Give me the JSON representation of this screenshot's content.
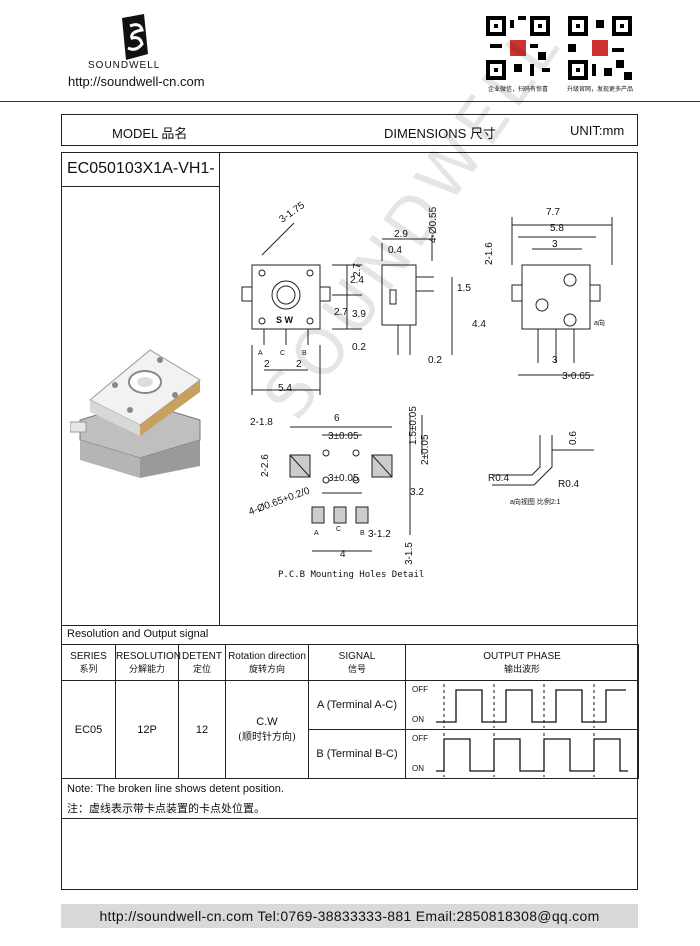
{
  "header": {
    "brand": "SOUNDWELL",
    "url": "http://soundwell-cn.com",
    "qr_left_caption": "企业微信，扫码有惊喜",
    "qr_right_caption": "升级官网，发现更多产品"
  },
  "title_row": {
    "model_label": "MODEL 品名",
    "dimensions_label": "DIMENSIONS 尺寸",
    "unit_label": "UNIT:mm"
  },
  "model_code": "EC050103X1A-VH1-",
  "drawing": {
    "dims": [
      "3-1.75",
      "2.4",
      "2.7",
      "2.7",
      "3.9",
      "0.2",
      "2",
      "2",
      "5.4",
      "2.9",
      "0.4",
      "4-Ø0.55",
      "1.5",
      "4.4",
      "0.2",
      "7.7",
      "5.8",
      "3",
      "2-1.6",
      "3",
      "3-0.65",
      "2-1.8",
      "6",
      "3±0.05",
      "1.5±0.05",
      "2±0.05",
      "2-2.6",
      "3±0.05",
      "3.2",
      "4-Ø0.65+0.2/0",
      "3-1.2",
      "4",
      "3-1.5",
      "0.6",
      "R0.4",
      "R0.4"
    ],
    "abc": [
      "A",
      "C",
      "B"
    ],
    "sw_mark": "S W",
    "pcb_caption": "P.C.B  Mounting Holes Detail",
    "view_caption": "a向视图 比例2:1",
    "a_label": "a向",
    "watermark": "SOUNDWELL"
  },
  "signal": {
    "section_title": "Resolution and Output signal",
    "headers": [
      {
        "en": "SERIES",
        "cn": "系列"
      },
      {
        "en": "RESOLUTION",
        "cn": "分解能力"
      },
      {
        "en": "DETENT",
        "cn": "定位"
      },
      {
        "en": "Rotation direction",
        "cn": "旋转方向"
      },
      {
        "en": "SIGNAL",
        "cn": "信号"
      },
      {
        "en": "OUTPUT PHASE",
        "cn": "输出波形"
      }
    ],
    "series": "EC05",
    "resolution": "12P",
    "detent": "12",
    "rotation_en": "C.W",
    "rotation_cn": "(顺时针方向)",
    "signal_a": "A (Terminal A-C)",
    "signal_b": "B (Terminal B-C)",
    "off": "OFF",
    "on": "ON"
  },
  "note": {
    "en": "Note: The broken line shows detent position.",
    "cn": "注：虚线表示带卡点装置的卡点处位置。"
  },
  "footer": "http://soundwell-cn.com  Tel:0769-38833333-881  Email:2850818308@qq.com"
}
